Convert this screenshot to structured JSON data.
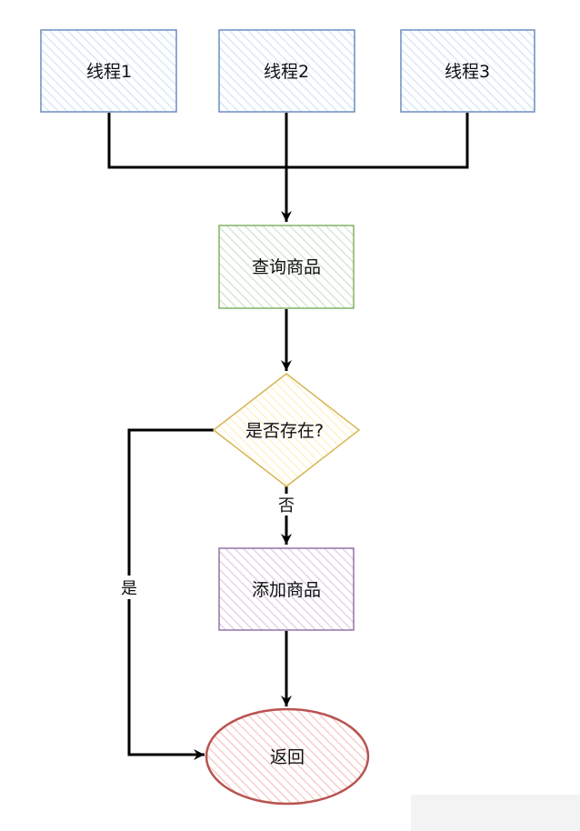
{
  "nodes": {
    "thread1": {
      "label": "线程1",
      "stroke": "#6c8ebf",
      "fill": "#dae8fc"
    },
    "thread2": {
      "label": "线程2",
      "stroke": "#6c8ebf",
      "fill": "#dae8fc"
    },
    "thread3": {
      "label": "线程3",
      "stroke": "#6c8ebf",
      "fill": "#dae8fc"
    },
    "query": {
      "label": "查询商品",
      "stroke": "#82b366",
      "fill": "#d5e8d4"
    },
    "exists": {
      "label": "是否存在?",
      "stroke": "#d6b656",
      "fill": "#fff2cc"
    },
    "add": {
      "label": "添加商品",
      "stroke": "#9673a6",
      "fill": "#e1d5e7"
    },
    "ret": {
      "label": "返回",
      "stroke": "#b85450",
      "fill": "#f8cecc"
    }
  },
  "edges": {
    "no_label": "否",
    "yes_label": "是"
  }
}
